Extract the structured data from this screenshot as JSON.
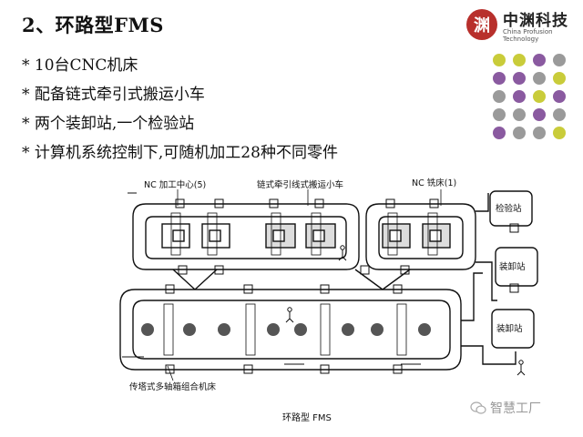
{
  "slide": {
    "title": "2、环路型FMS",
    "bullets": [
      "* 10台CNC机床",
      "* 配备链式牵引式搬运小车",
      "* 两个装卸站,一个检验站",
      "* 计算机系统控制下,可随机加工28种不同零件"
    ]
  },
  "logo": {
    "name": "中渊科技",
    "english": "China Profusion Technology"
  },
  "diagram": {
    "labels": {
      "nc_center": "NC 加工中心(5)",
      "chain_cart": "链式牵引线式搬运小车",
      "nc_mill": "NC 铣床(1)",
      "inspection": "检验站",
      "load1": "装卸站",
      "load2": "装卸站",
      "tower_machine": "传塔式多轴箱组合机床"
    },
    "caption": "环路型 FMS"
  },
  "watermark": {
    "text": "智慧工厂"
  },
  "colors": {
    "logo_red": "#b8302c",
    "dot_purple": "#8a5aa0",
    "dot_yellow": "#c9cc3a",
    "dot_gray": "#9a9a9a"
  }
}
